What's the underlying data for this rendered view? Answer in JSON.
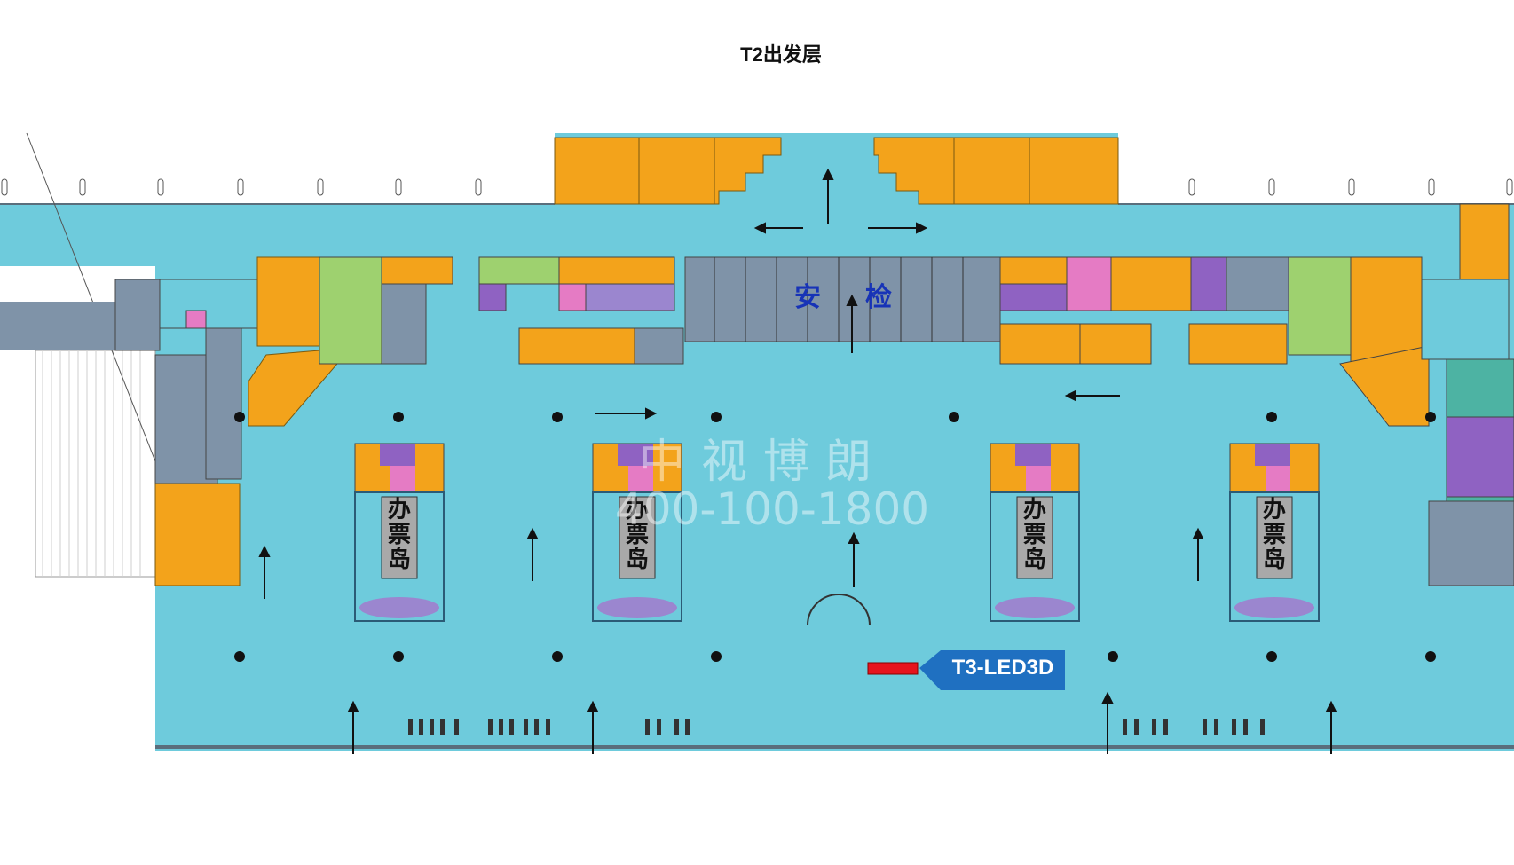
{
  "page": {
    "title": "T2出发层"
  },
  "security": {
    "label_left": "安",
    "label_right": "检"
  },
  "checkin_islands": [
    {
      "label": "办票岛"
    },
    {
      "label": "办票岛"
    },
    {
      "label": "办票岛"
    },
    {
      "label": "办票岛"
    }
  ],
  "led_marker": {
    "label": "T3-LED3D"
  },
  "watermark": {
    "company": "中视博朗",
    "phone": "400-100-1800"
  },
  "colors": {
    "floor": "#6ecbdc",
    "shop": "#f3a31b",
    "office": "#7f93a8",
    "purple": "#8f62c2",
    "pink": "#e57bc4",
    "green": "#9ed16f",
    "led_marker": "#e6141e",
    "led_callout": "#1f70c1"
  }
}
